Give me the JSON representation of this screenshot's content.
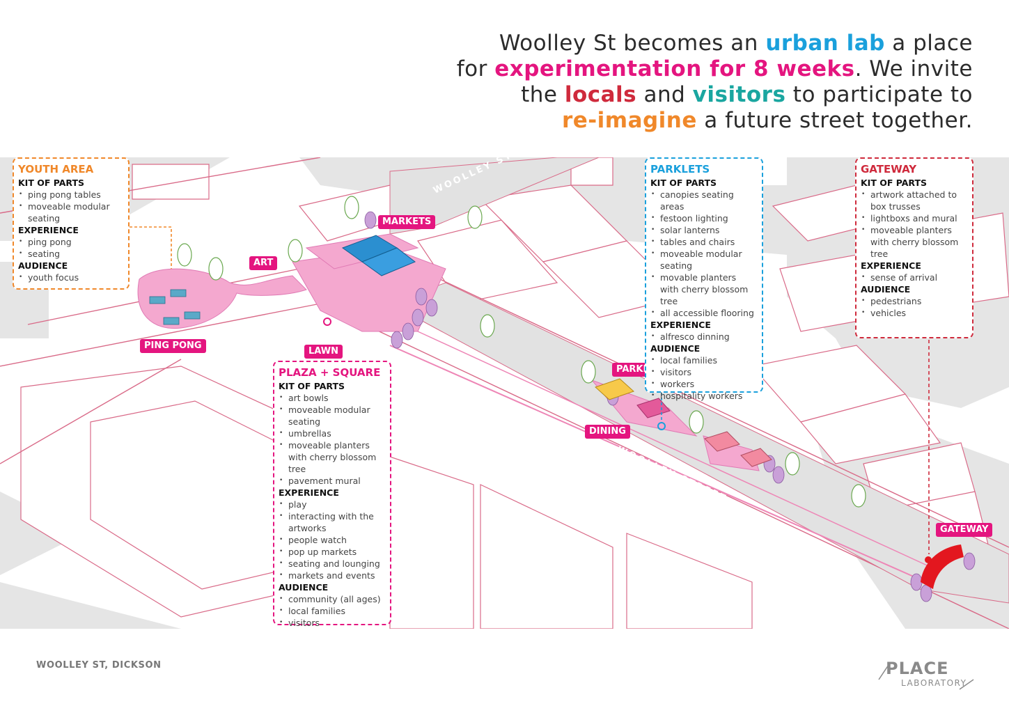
{
  "headline": {
    "l1_a": "Woolley St becomes an ",
    "l1_b": "urban lab",
    "l1_c": " a place",
    "l2_a": "for ",
    "l2_b": "experimentation for 8 weeks",
    "l2_c": ".  We invite",
    "l3_a": "the ",
    "l3_b": "locals",
    "l3_c": " and ",
    "l3_d": "visitors",
    "l3_e": "  to participate to",
    "l4_a": "re-imagine",
    "l4_b": " a future street together."
  },
  "colors": {
    "pink": "#e4157f",
    "blue": "#1aa0dc",
    "orange": "#f0882a",
    "red": "#cf2a3c",
    "teal": "#1aa6a0",
    "outline": "#d96a88"
  },
  "youth": {
    "title": "YOUTH AREA",
    "kit_h": "KIT OF PARTS",
    "kit": [
      "ping pong tables",
      "moveable modular seating"
    ],
    "exp_h": "EXPERIENCE",
    "exp": [
      "ping pong",
      "seating"
    ],
    "aud_h": "AUDIENCE",
    "aud": [
      "youth focus"
    ]
  },
  "plaza": {
    "title": "PLAZA + SQUARE",
    "kit_h": "KIT OF PARTS",
    "kit": [
      "art bowls",
      "moveable modular seating",
      "umbrellas",
      "moveable planters with cherry blossom tree",
      "pavement mural"
    ],
    "exp_h": "EXPERIENCE",
    "exp": [
      "play",
      "interacting with the artworks",
      "people watch",
      "pop up markets",
      "seating and lounging",
      "markets and events"
    ],
    "aud_h": "AUDIENCE",
    "aud": [
      "community (all ages)",
      "local families",
      "visitors"
    ]
  },
  "parklets": {
    "title": "PARKLETS",
    "kit_h": "KIT OF PARTS",
    "kit": [
      "canopies seating areas",
      "festoon lighting",
      "solar lanterns",
      "tables and chairs",
      "moveable modular seating",
      "movable planters with cherry blossom tree",
      "all accessible flooring"
    ],
    "exp_h": "EXPERIENCE",
    "exp": [
      "alfresco dinning"
    ],
    "aud_h": "AUDIENCE",
    "aud": [
      "local families",
      "visitors",
      "workers",
      "hospitality workers"
    ]
  },
  "gateway": {
    "title": "GATEWAY",
    "kit_h": "KIT OF PARTS",
    "kit": [
      "artwork attached to box trusses",
      "lightboxs and mural",
      "moveable planters with cherry blossom tree"
    ],
    "exp_h": "EXPERIENCE",
    "exp": [
      "sense of arrival"
    ],
    "aud_h": "AUDIENCE",
    "aud": [
      "pedestrians",
      "vehicles"
    ]
  },
  "tags": {
    "ping_pong": "PING PONG",
    "art": "ART",
    "markets": "MARKETS",
    "lawn": "LAWN",
    "parklets": "PARKLETS",
    "dining": "DINING",
    "gateway": "GATEWAY"
  },
  "streets": {
    "upper": "WOOLLEY STREET",
    "lower": "WOOLLEY STREET"
  },
  "footer": {
    "location": "WOOLLEY ST, DICKSON",
    "logo_top": "PLACE",
    "logo_bottom": "LABORATORY"
  }
}
